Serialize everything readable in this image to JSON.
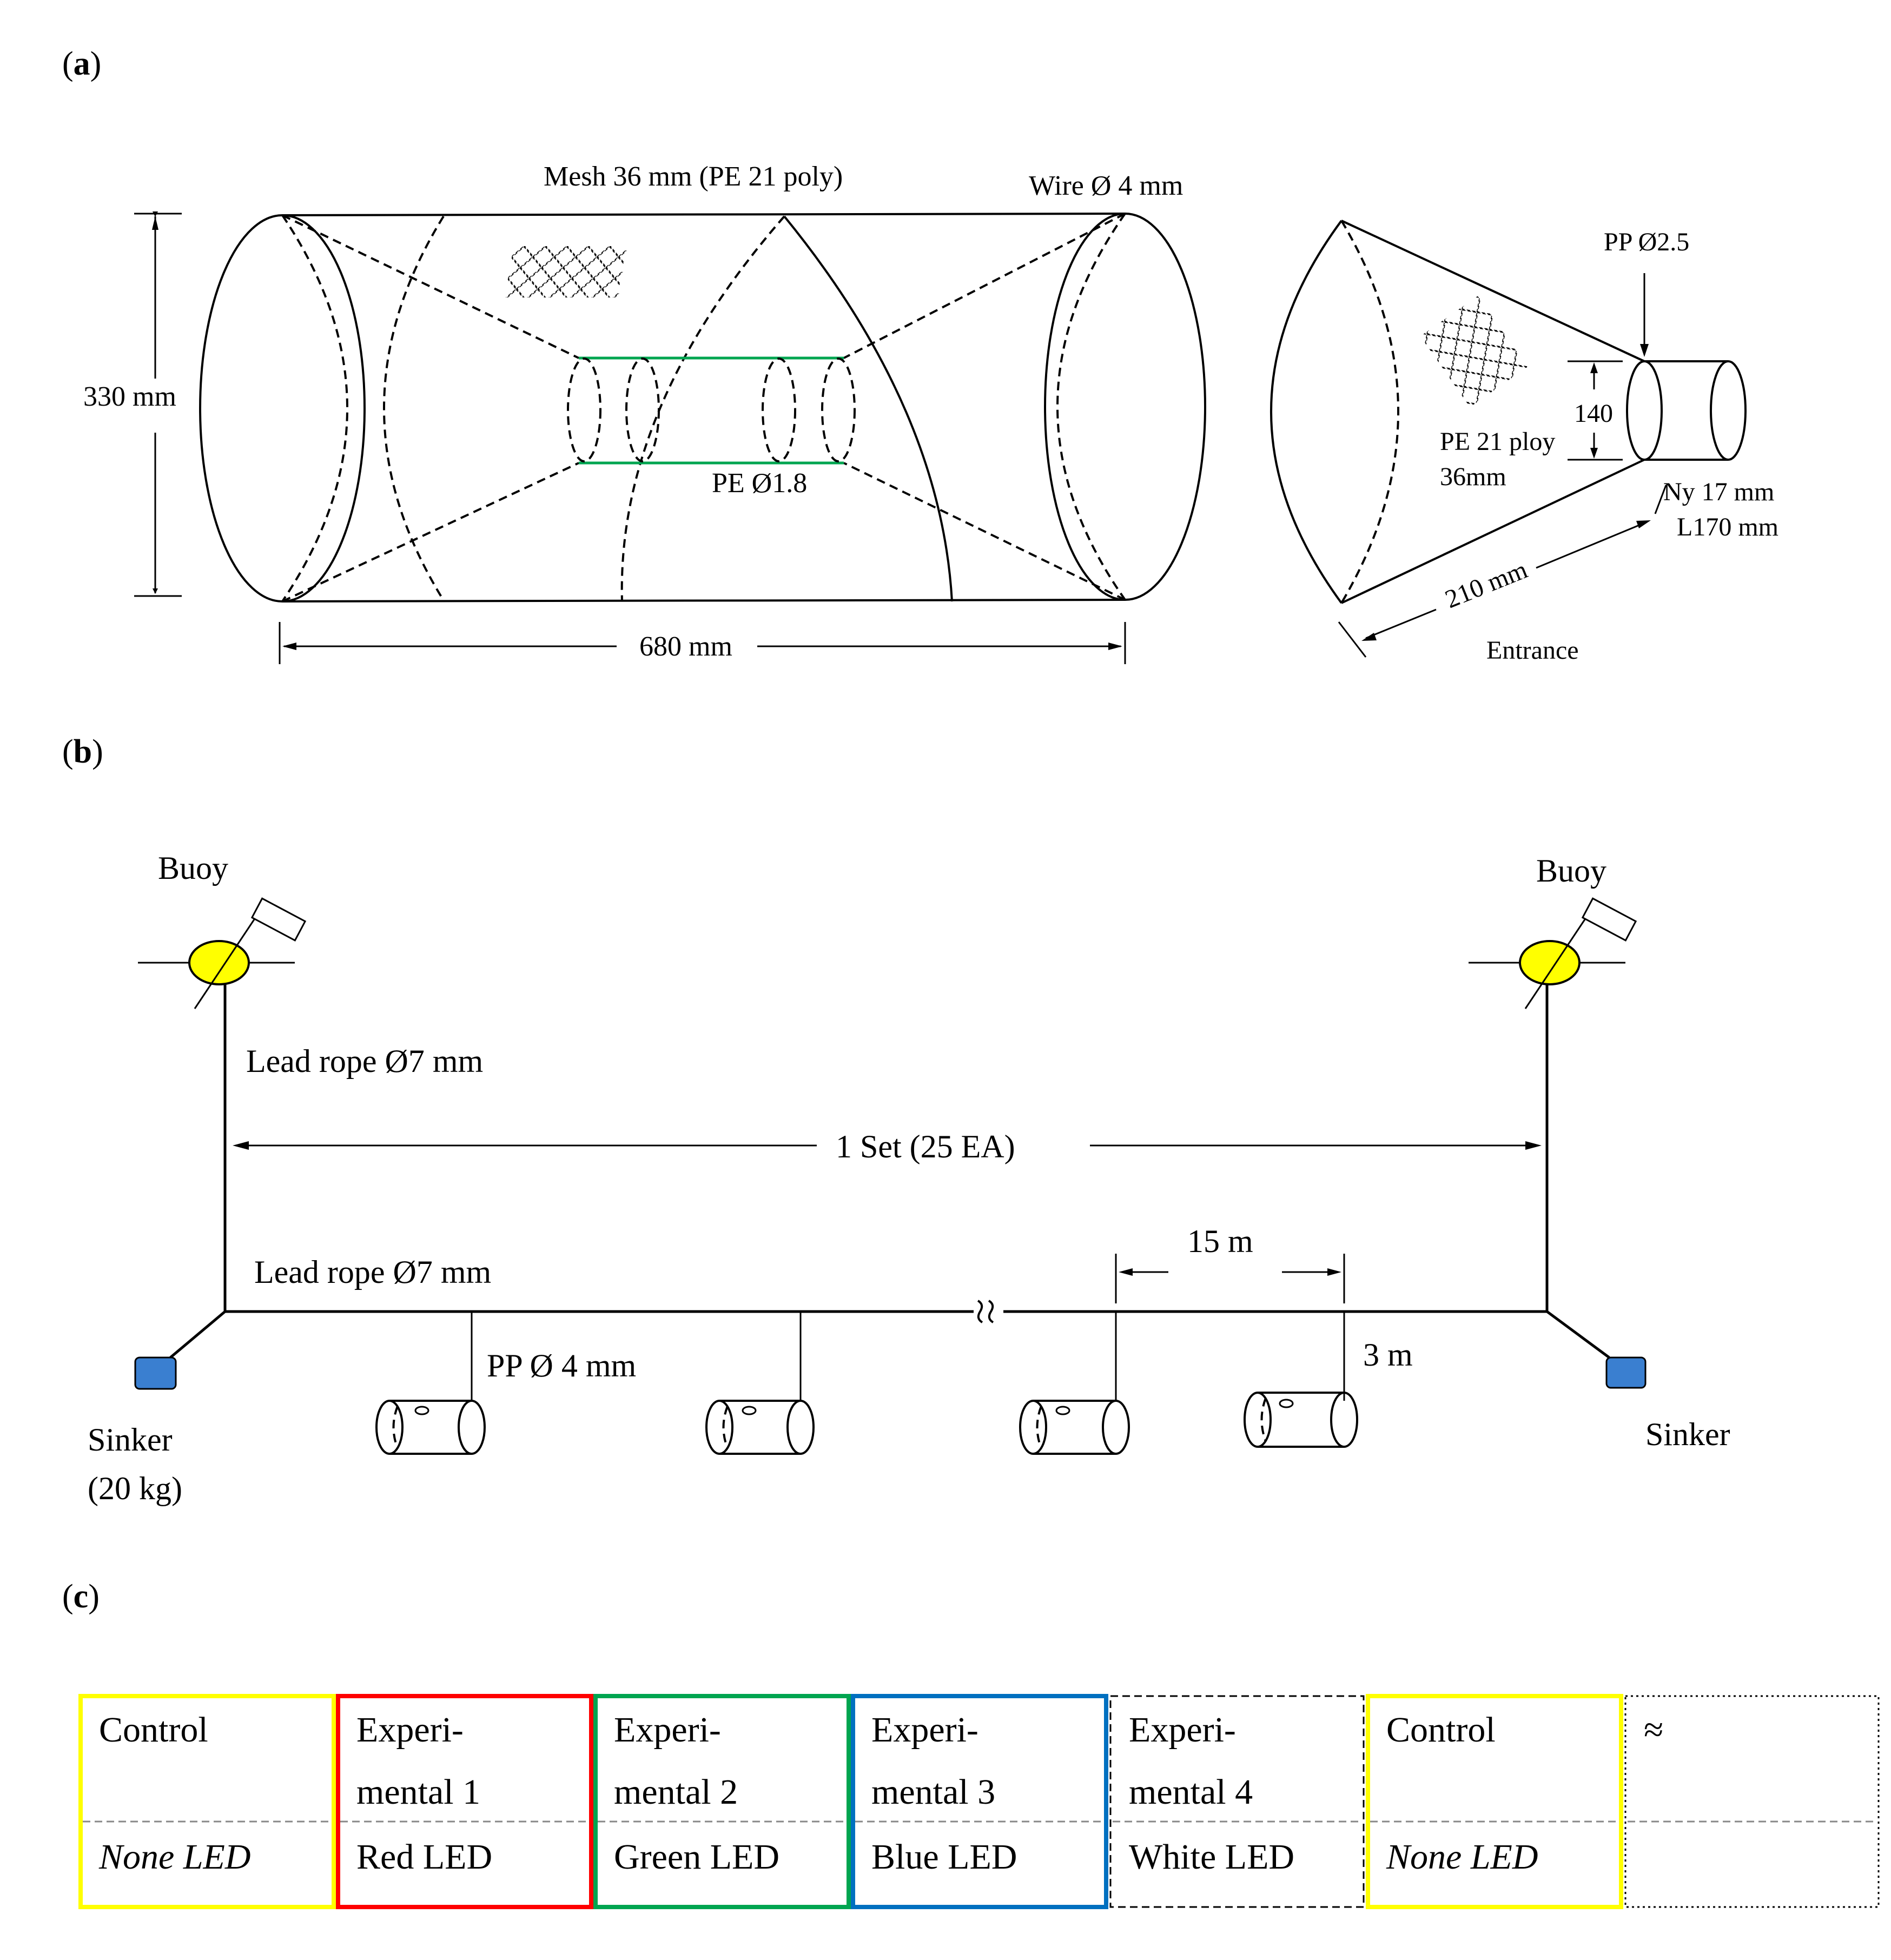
{
  "panels": {
    "a": {
      "open": "(",
      "letter": "a",
      "close": ")"
    },
    "b": {
      "open": "(",
      "letter": "b",
      "close": ")"
    },
    "c": {
      "open": "(",
      "letter": "c",
      "close": ")"
    }
  },
  "trap_diagram": {
    "mesh_label": "Mesh 36 mm (PE 21 poly)",
    "wire_label": "Wire Ø 4 mm",
    "height_label": "330 mm",
    "inner_tube_label": "PE Ø1.8",
    "length_label": "680 mm",
    "entrance": {
      "pp_label": "PP Ø2.5",
      "opening_label": "140",
      "net_label_line1": "PE 21 ploy",
      "net_label_line2": "36mm",
      "ny_label": "Ny 17 mm",
      "l_label": "L170 mm",
      "slant_label": "210 mm",
      "title": "Entrance"
    }
  },
  "longline_diagram": {
    "buoy_left": "Buoy",
    "buoy_right": "Buoy",
    "vertical_rope_label": "Lead rope Ø7 mm",
    "set_label": "1 Set (25 EA)",
    "main_line_label": "Lead rope Ø7 mm",
    "spacing_label": "15 m",
    "branch_line_label": "PP Ø 4 mm",
    "branch_length_label": "3 m",
    "sinker_left_line1": "Sinker",
    "sinker_left_line2": "(20 kg)",
    "sinker_right": "Sinker",
    "colors": {
      "buoy": "#ffff00",
      "sinker": "#3a7fd0"
    }
  },
  "treatment_table": {
    "cells": [
      {
        "top1": "Control",
        "top2": "",
        "bottom": "None LED",
        "italic": true,
        "border_color": "#ffff00",
        "border_style": "solid"
      },
      {
        "top1": "Experi-",
        "top2": "mental 1",
        "bottom": "Red LED",
        "italic": false,
        "border_color": "#ff0000",
        "border_style": "solid"
      },
      {
        "top1": "Experi-",
        "top2": "mental 2",
        "bottom": "Green LED",
        "italic": false,
        "border_color": "#00a550",
        "border_style": "solid"
      },
      {
        "top1": "Experi-",
        "top2": "mental 3",
        "bottom": "Blue LED",
        "italic": false,
        "border_color": "#0070c0",
        "border_style": "solid"
      },
      {
        "top1": "Experi-",
        "top2": "mental 4",
        "bottom": "White LED",
        "italic": false,
        "border_color": "#000000",
        "border_style": "dashed"
      },
      {
        "top1": "Control",
        "top2": "",
        "bottom": "None LED",
        "italic": true,
        "border_color": "#ffff00",
        "border_style": "solid"
      },
      {
        "top1": "≈",
        "top2": "",
        "bottom": "",
        "italic": false,
        "border_color": "#000000",
        "border_style": "dotted"
      }
    ]
  }
}
